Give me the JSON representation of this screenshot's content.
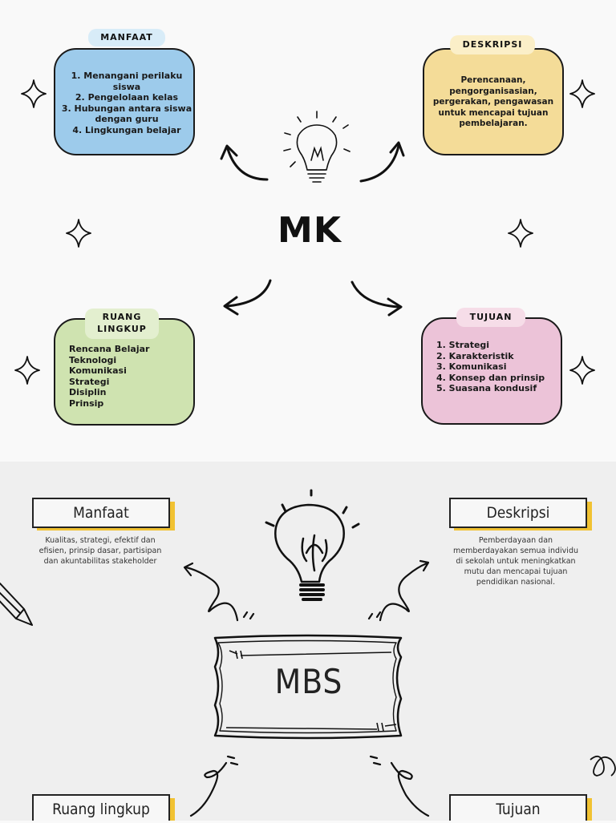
{
  "mk": {
    "title": "MK",
    "manfaat": {
      "tag": "MANFAAT",
      "items": [
        "1. Menangani perilaku siswa",
        "2. Pengelolaan kelas",
        "3. Hubungan antara siswa",
        "dengan guru",
        "4. Lingkungan belajar"
      ]
    },
    "deskripsi": {
      "tag": "DESKRIPSI",
      "lines": [
        "Perencanaan,",
        "pengorganisasian,",
        "pergerakan, pengawasan",
        "untuk mencapai tujuan",
        "pembelajaran."
      ]
    },
    "ruang_lingkup": {
      "tag_line1": "RUANG",
      "tag_line2": "LINGKUP",
      "items": [
        "Rencana Belajar",
        "Teknologi",
        "Komunikasi",
        "Strategi",
        "Disiplin",
        "Prinsip"
      ]
    },
    "tujuan": {
      "tag": "TUJUAN",
      "items": [
        "1. Strategi",
        "2. Karakteristik",
        "3. Komunikasi",
        "4. Konsep dan prinsip",
        "5. Suasana kondusif"
      ]
    },
    "colors": {
      "manfaat": "#9dcbeb",
      "deskripsi": "#f4dc98",
      "ruang": "#cfe3b0",
      "tujuan": "#ecc3d8",
      "tag_manfaat": "#d8ecf8",
      "tag_deskripsi": "#fbefc8",
      "tag_ruang": "#e3efcf",
      "tag_tujuan": "#f6dde8"
    }
  },
  "mbs": {
    "title": "MBS",
    "manfaat": {
      "label": "Manfaat",
      "lines": [
        "Kualitas, strategi, efektif dan",
        "efisien, prinsip dasar, partisipan",
        "dan akuntabilitas stakeholder"
      ]
    },
    "deskripsi": {
      "label": "Deskripsi",
      "lines": [
        "Pemberdayaan dan",
        "memberdayakan semua individu",
        "di sekolah untuk meningkatkan",
        "mutu dan mencapai tujuan",
        "pendidikan nasional."
      ]
    },
    "ruang_lingkup": {
      "label": "Ruang lingkup"
    },
    "tujuan": {
      "label": "Tujuan"
    },
    "colors": {
      "shadow": "#f1c232",
      "bg": "#efefef"
    }
  }
}
